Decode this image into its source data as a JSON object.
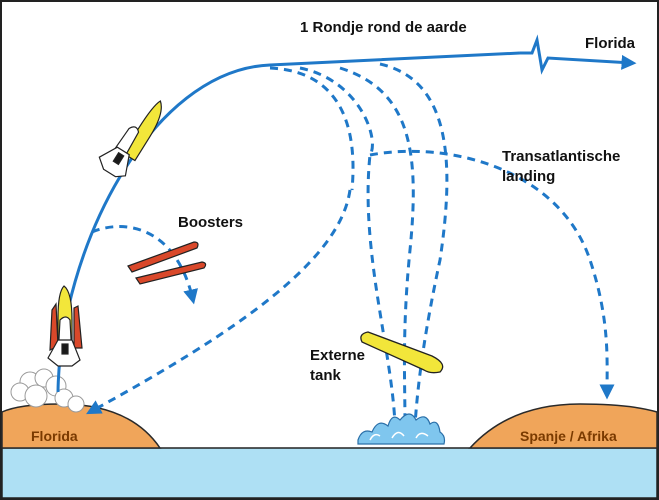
{
  "labels": {
    "orbit": "1 Rondje rond de aarde",
    "florida_destination": "Florida",
    "transatlantic_line1": "Transatlantische",
    "transatlantic_line2": "landing",
    "boosters": "Boosters",
    "external_tank_line1": "Externe",
    "external_tank_line2": "tank",
    "florida_land": "Florida",
    "spain_africa_land": "Spanje / Afrika"
  },
  "colors": {
    "trajectory": "#1f78c8",
    "land": "#f0a55a",
    "land_outline": "#2a2a2a",
    "sea": "#aee0f4",
    "booster": "#d9482a",
    "tank": "#f2e63a",
    "shuttle_tail": "#d9482a",
    "shuttle_tank": "#f2e63a"
  }
}
